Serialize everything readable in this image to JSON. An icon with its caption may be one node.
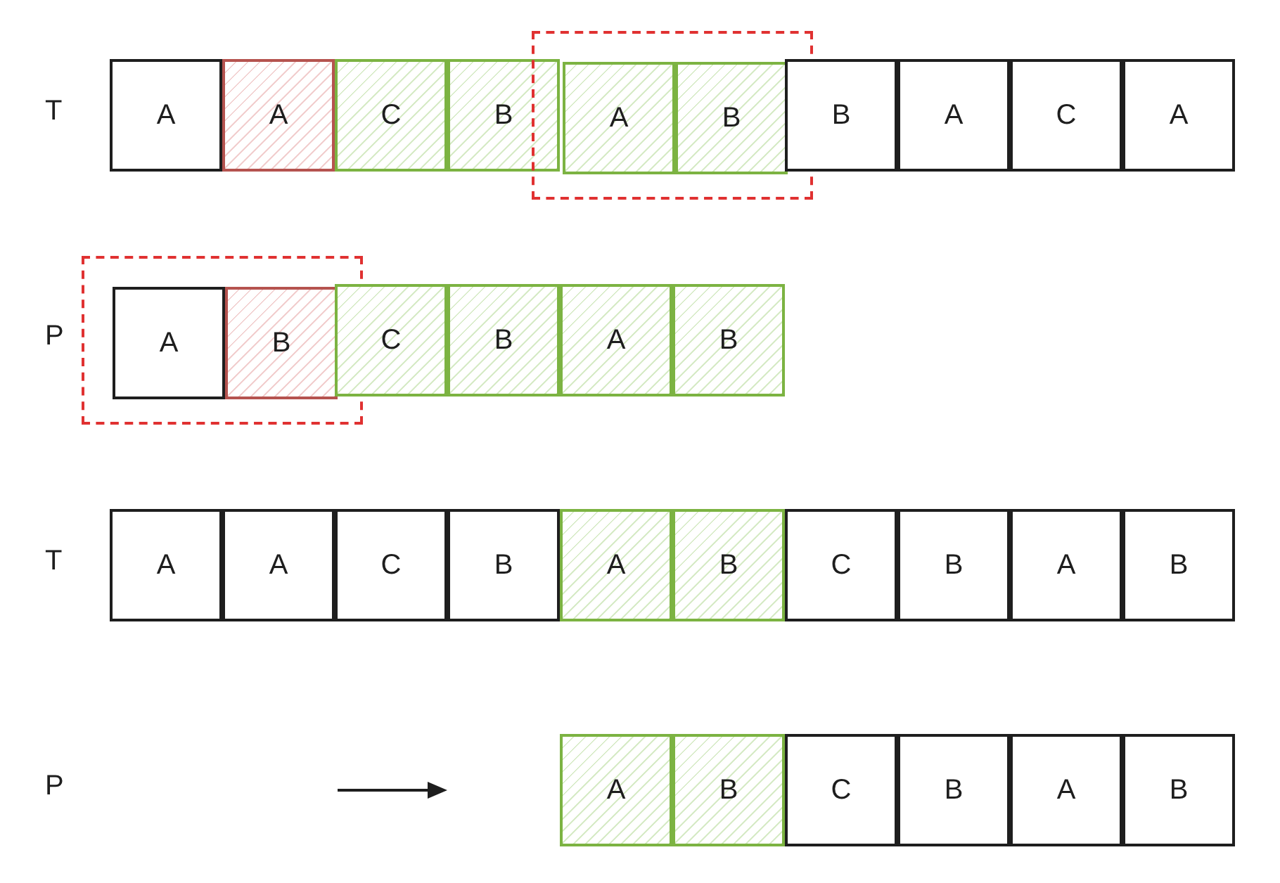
{
  "diagram": {
    "nodes": [
      {
        "text": [
          "A"
        ]
      },
      {
        "text": [
          "A"
        ]
      },
      {
        "text": [
          "C"
        ]
      },
      {
        "text": [
          "B"
        ]
      },
      {
        "text": [],
        "shape": "box"
      },
      {
        "text": [
          "A"
        ],
        "in": 4
      },
      {
        "text": [
          "B"
        ],
        "in": 4
      },
      {
        "text": [
          "B"
        ]
      },
      {
        "text": [
          "A"
        ]
      },
      {
        "text": [
          "C"
        ]
      },
      {
        "text": [
          "A"
        ]
      },
      {
        "text": [],
        "shape": "box"
      },
      {
        "text": [
          "A"
        ],
        "in": 11
      },
      {
        "text": [
          "B"
        ],
        "in": 11
      },
      {
        "text": [
          "C"
        ]
      },
      {
        "text": [
          "B"
        ]
      },
      {
        "text": [
          "A"
        ]
      },
      {
        "text": [
          "B"
        ]
      },
      {
        "text": [
          "A"
        ]
      },
      {
        "text": [
          "A"
        ]
      },
      {
        "text": [
          "C"
        ]
      },
      {
        "text": [
          "B"
        ]
      },
      {
        "text": [
          "A"
        ]
      },
      {
        "text": [
          "B"
        ]
      },
      {
        "text": [
          "C"
        ]
      },
      {
        "text": [
          "B"
        ]
      },
      {
        "text": [
          "A"
        ]
      },
      {
        "text": [
          "B"
        ]
      },
      {
        "text": [
          "A"
        ]
      },
      {
        "text": [
          "B"
        ]
      },
      {
        "text": [
          "C"
        ]
      },
      {
        "text": [
          "B"
        ]
      },
      {
        "text": [
          "A"
        ]
      },
      {
        "text": [
          "B"
        ]
      }
    ],
    "labels": [
      "T",
      "P",
      "T",
      "P"
    ]
  }
}
